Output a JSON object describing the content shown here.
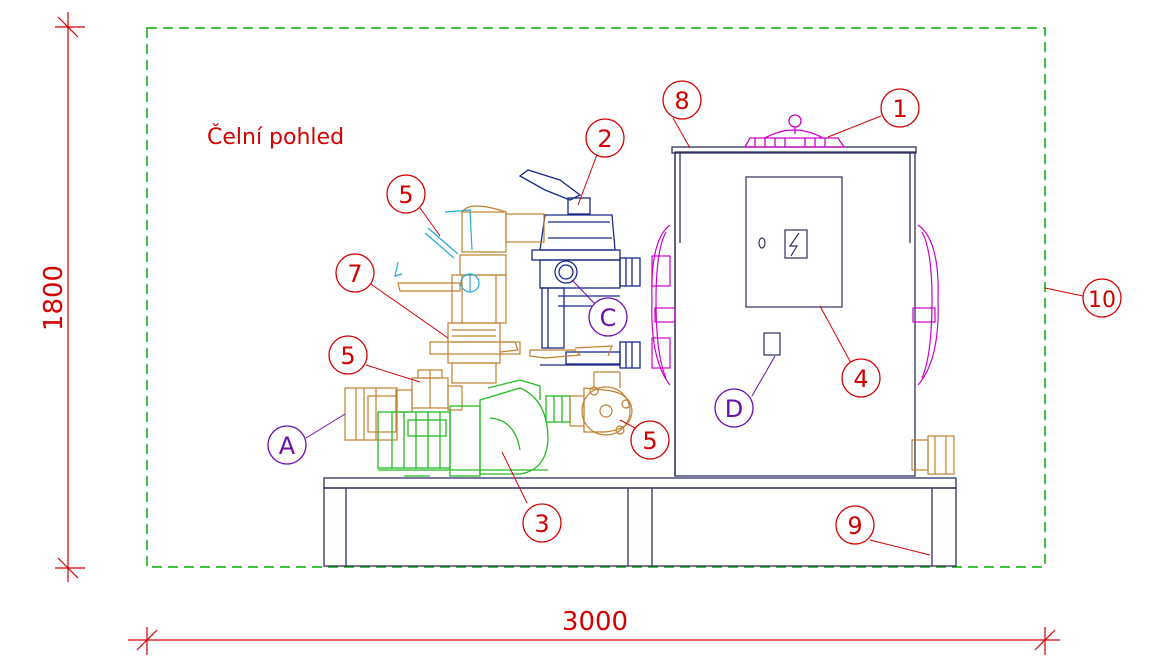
{
  "view_title": "Čelní pohled",
  "dimensions": {
    "height": "1800",
    "width": "3000"
  },
  "callouts": {
    "c1": "1",
    "c2": "2",
    "c3": "3",
    "c4": "4",
    "c5a": "5",
    "c5b": "5",
    "c5c": "5",
    "c7": "7",
    "c8": "8",
    "c9": "9",
    "c10": "10",
    "cA": "A",
    "cC": "C",
    "cD": "D"
  },
  "colors": {
    "dimension": "#d40000",
    "callout": "#d40000",
    "letter_callout": "#6a0dad",
    "boundary": "#00b000",
    "tank": "#cc00cc",
    "valve": "#1a2a8c",
    "pump": "#22bb22",
    "fittings": "#c08030",
    "frame": "#303060",
    "light": "#22aadd"
  },
  "icons": {
    "electrical": "high-voltage-icon"
  }
}
